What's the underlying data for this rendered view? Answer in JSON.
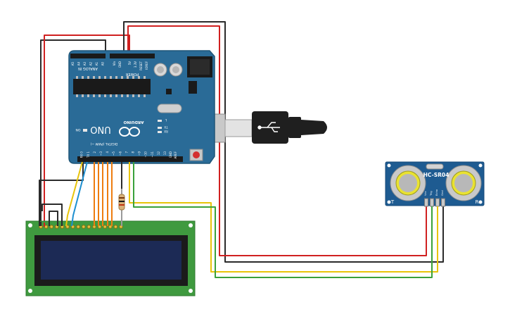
{
  "arduino": {
    "brand": "ARDUINO",
    "model": "UNO",
    "analog_label": "ANALOG IN",
    "power_label": "POWER",
    "digital_label": "DIGITAL (PWM ~)",
    "tx": "TX",
    "rx": "RX",
    "on": "ON",
    "l": "L",
    "ioref": "IOREF",
    "reset": "RESET",
    "v33": "3.3V",
    "v5": "5V",
    "gnd": "GND",
    "vin": "Vin",
    "aref": "AREF",
    "analog_pins": [
      "A5",
      "A4",
      "A3",
      "A2",
      "A1",
      "A0"
    ],
    "digital_pins": [
      "13",
      "12",
      "~11",
      "~10",
      "~9",
      "8",
      "7",
      "~6",
      "~5",
      "4",
      "~3",
      "2",
      "TX 1",
      "RX 0"
    ]
  },
  "sensor": {
    "model": "HC-SR04",
    "left_mark": "T",
    "right_mark": "R",
    "pins": [
      "Vcc",
      "Trig",
      "Echo",
      "Gnd"
    ]
  },
  "colors": {
    "board": "#2a6b97",
    "board_dark": "#1f5678",
    "lcd_pcb": "#3f9a3f",
    "lcd_screen": "#1c2a55",
    "wire_black": "#2b2b2b",
    "wire_red": "#d02020",
    "wire_yellow": "#e8c40a",
    "wire_green": "#3aa13a",
    "wire_orange": "#ee7d10",
    "wire_blue": "#1d8fd0",
    "usb": "#1f1f1f",
    "sensor_board": "#1e5b91"
  }
}
